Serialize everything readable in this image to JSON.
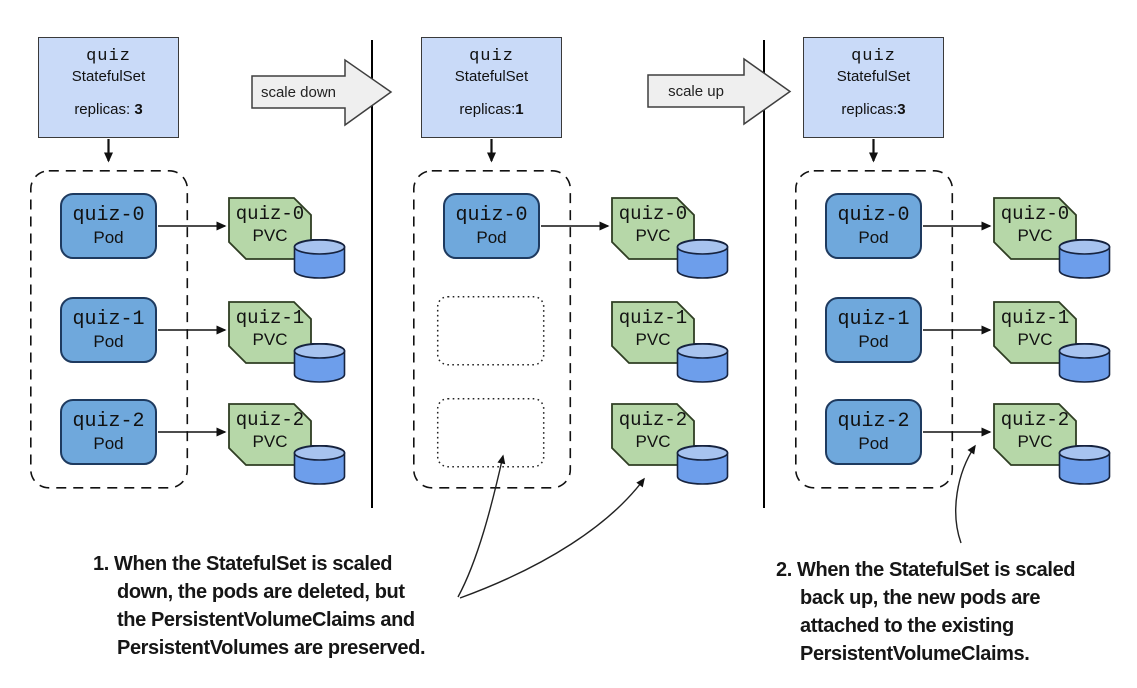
{
  "figure": {
    "panels": [
      {
        "statefulset": {
          "name": "quiz",
          "kind": "StatefulSet",
          "replicas_label": "replicas: ",
          "replicas_value": "3"
        },
        "pods": [
          {
            "name": "quiz-0",
            "kind": "Pod"
          },
          {
            "name": "quiz-1",
            "kind": "Pod"
          },
          {
            "name": "quiz-2",
            "kind": "Pod"
          }
        ],
        "pvcs": [
          {
            "name": "quiz-0",
            "kind": "PVC"
          },
          {
            "name": "quiz-1",
            "kind": "PVC"
          },
          {
            "name": "quiz-2",
            "kind": "PVC"
          }
        ]
      },
      {
        "statefulset": {
          "name": "quiz",
          "kind": "StatefulSet",
          "replicas_label": "replicas:",
          "replicas_value": "1"
        },
        "pods": [
          {
            "name": "quiz-0",
            "kind": "Pod"
          }
        ],
        "deleted_pod_placeholders": 2,
        "pvcs": [
          {
            "name": "quiz-0",
            "kind": "PVC"
          },
          {
            "name": "quiz-1",
            "kind": "PVC"
          },
          {
            "name": "quiz-2",
            "kind": "PVC"
          }
        ]
      },
      {
        "statefulset": {
          "name": "quiz",
          "kind": "StatefulSet",
          "replicas_label": "replicas:",
          "replicas_value": "3"
        },
        "pods": [
          {
            "name": "quiz-0",
            "kind": "Pod"
          },
          {
            "name": "quiz-1",
            "kind": "Pod"
          },
          {
            "name": "quiz-2",
            "kind": "Pod"
          }
        ],
        "pvcs": [
          {
            "name": "quiz-0",
            "kind": "PVC"
          },
          {
            "name": "quiz-1",
            "kind": "PVC"
          },
          {
            "name": "quiz-2",
            "kind": "PVC"
          }
        ]
      }
    ],
    "transitions": [
      {
        "label": "scale down"
      },
      {
        "label": "scale up"
      }
    ],
    "annotations": [
      {
        "text": "1. When the StatefulSet is scaled\ndown, the pods are deleted, but\nthe PersistentVolumeClaims and\nPersistentVolumes are preserved."
      },
      {
        "text": "2. When the StatefulSet is scaled\nback up, the new pods are\nattached to the existing\nPersistentVolumeClaims."
      }
    ],
    "colors": {
      "statefulset_fill": "#c9daf8",
      "pod_fill": "#6fa8dc",
      "pvc_fill": "#b6d7a8",
      "volume_fill": "#6d9eeb",
      "volume_top_fill": "#a7c3ef",
      "transition_arrow_fill": "#efefef"
    }
  }
}
